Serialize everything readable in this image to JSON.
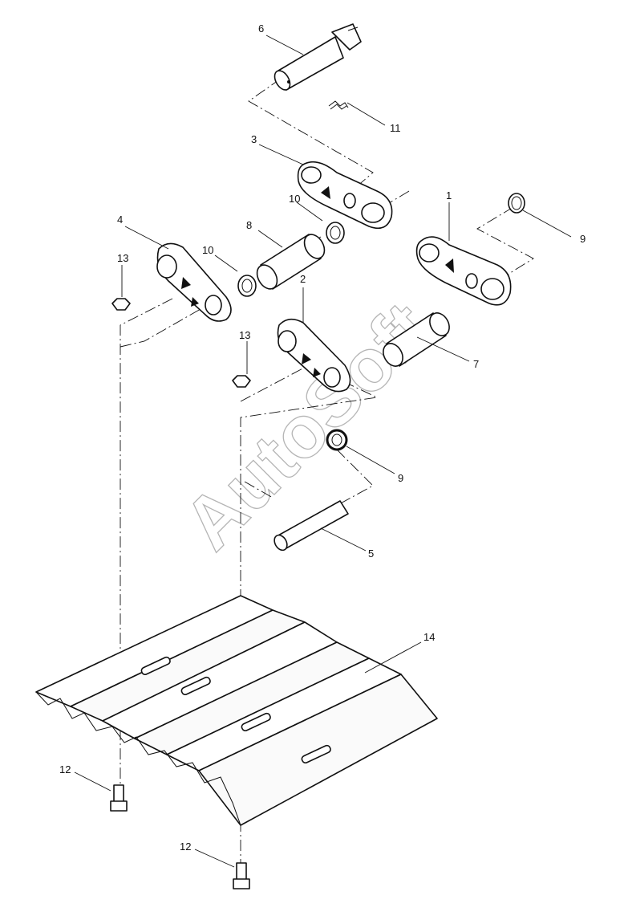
{
  "watermark": "AutoSoft",
  "callouts": {
    "p1": "1",
    "p2": "2",
    "p3": "3",
    "p4": "4",
    "p5": "5",
    "p6": "6",
    "p7": "7",
    "p8": "8",
    "p9a": "9",
    "p9b": "9",
    "p10a": "10",
    "p10b": "10",
    "p11": "11",
    "p12a": "12",
    "p12b": "12",
    "p13a": "13",
    "p13b": "13",
    "p14": "14"
  }
}
